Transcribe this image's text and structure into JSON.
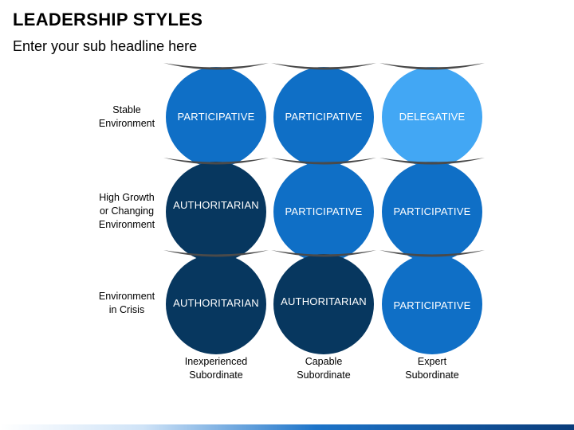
{
  "header": {
    "title": "LEADERSHIP STYLES",
    "subtitle": "Enter your sub headline here"
  },
  "rows": [
    {
      "label_lines": [
        "Stable",
        "Environment"
      ]
    },
    {
      "label_lines": [
        "High Growth",
        "or Changing",
        "Environment"
      ]
    },
    {
      "label_lines": [
        "Environment",
        "in Crisis"
      ]
    }
  ],
  "columns": [
    {
      "label_lines": [
        "Inexperienced",
        "Subordinate"
      ]
    },
    {
      "label_lines": [
        "Capable",
        "Subordinate"
      ]
    },
    {
      "label_lines": [
        "Expert",
        "Subordinate"
      ]
    }
  ],
  "cells": [
    [
      {
        "label": "PARTICIPATIVE",
        "color": "#0F6FC6"
      },
      {
        "label": "PARTICIPATIVE",
        "color": "#0F6FC6"
      },
      {
        "label": "DELEGATIVE",
        "color": "#42A7F4"
      }
    ],
    [
      {
        "label": "AUTHORITARIAN",
        "color": "#07375F"
      },
      {
        "label": "PARTICIPATIVE",
        "color": "#0F6FC6"
      },
      {
        "label": "PARTICIPATIVE",
        "color": "#0F6FC6"
      }
    ],
    [
      {
        "label": "AUTHORITARIAN",
        "color": "#07375F"
      },
      {
        "label": "AUTHORITARIAN",
        "color": "#07375F"
      },
      {
        "label": "PARTICIPATIVE",
        "color": "#0F6FC6"
      }
    ]
  ],
  "colors": {
    "cap": "#4A4A4A",
    "background": "#FFFFFF"
  }
}
